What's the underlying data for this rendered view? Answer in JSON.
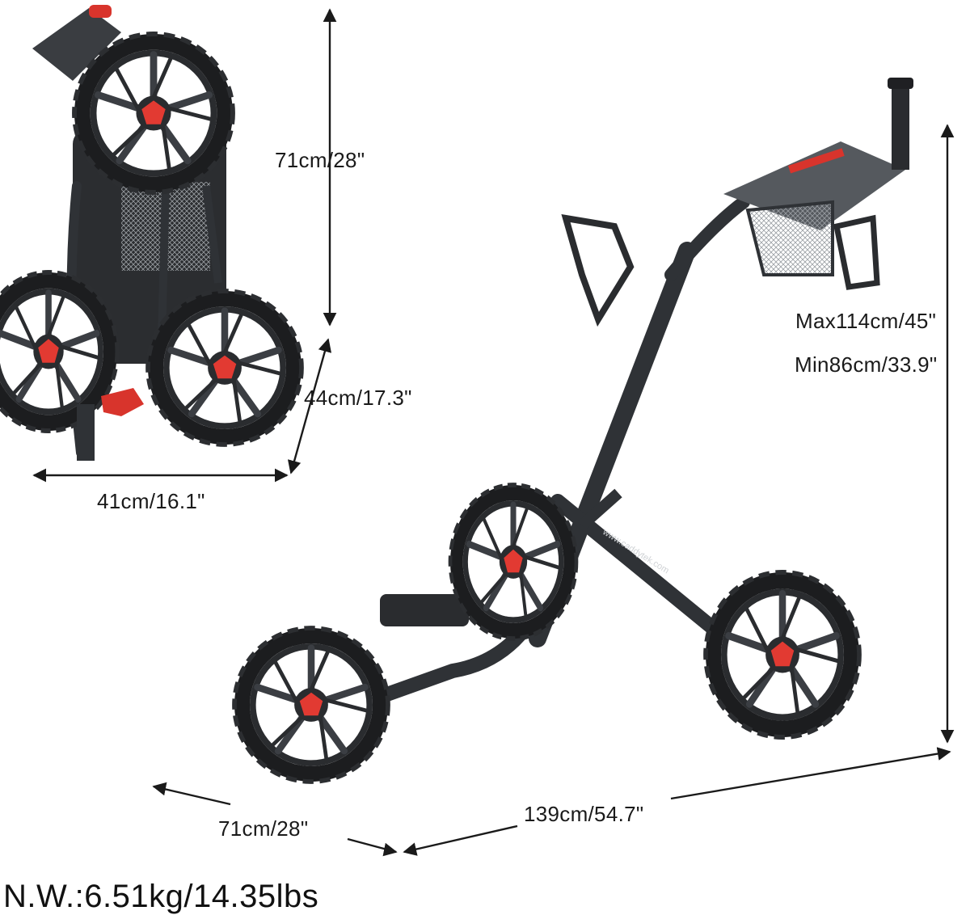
{
  "image": {
    "description_labels": {
      "folded_height": "71cm/28\"",
      "folded_depth": "44cm/17.3\"",
      "folded_width": "41cm/16.1\"",
      "max_height": "Max114cm/45\"",
      "min_height": "Min86cm/33.9\"",
      "open_width": "71cm/28\"",
      "open_length": "139cm/54.7\"",
      "net_weight": "N.W.:6.51kg/14.35lbs"
    },
    "frame_text": "www.caddytek.com",
    "colors": {
      "frame": "#2f3236",
      "tire": "#1c1d1f",
      "spoke": "#3b3e43",
      "hub": "#e23a32",
      "console": "#55595e",
      "accent": "#d8342c"
    }
  }
}
